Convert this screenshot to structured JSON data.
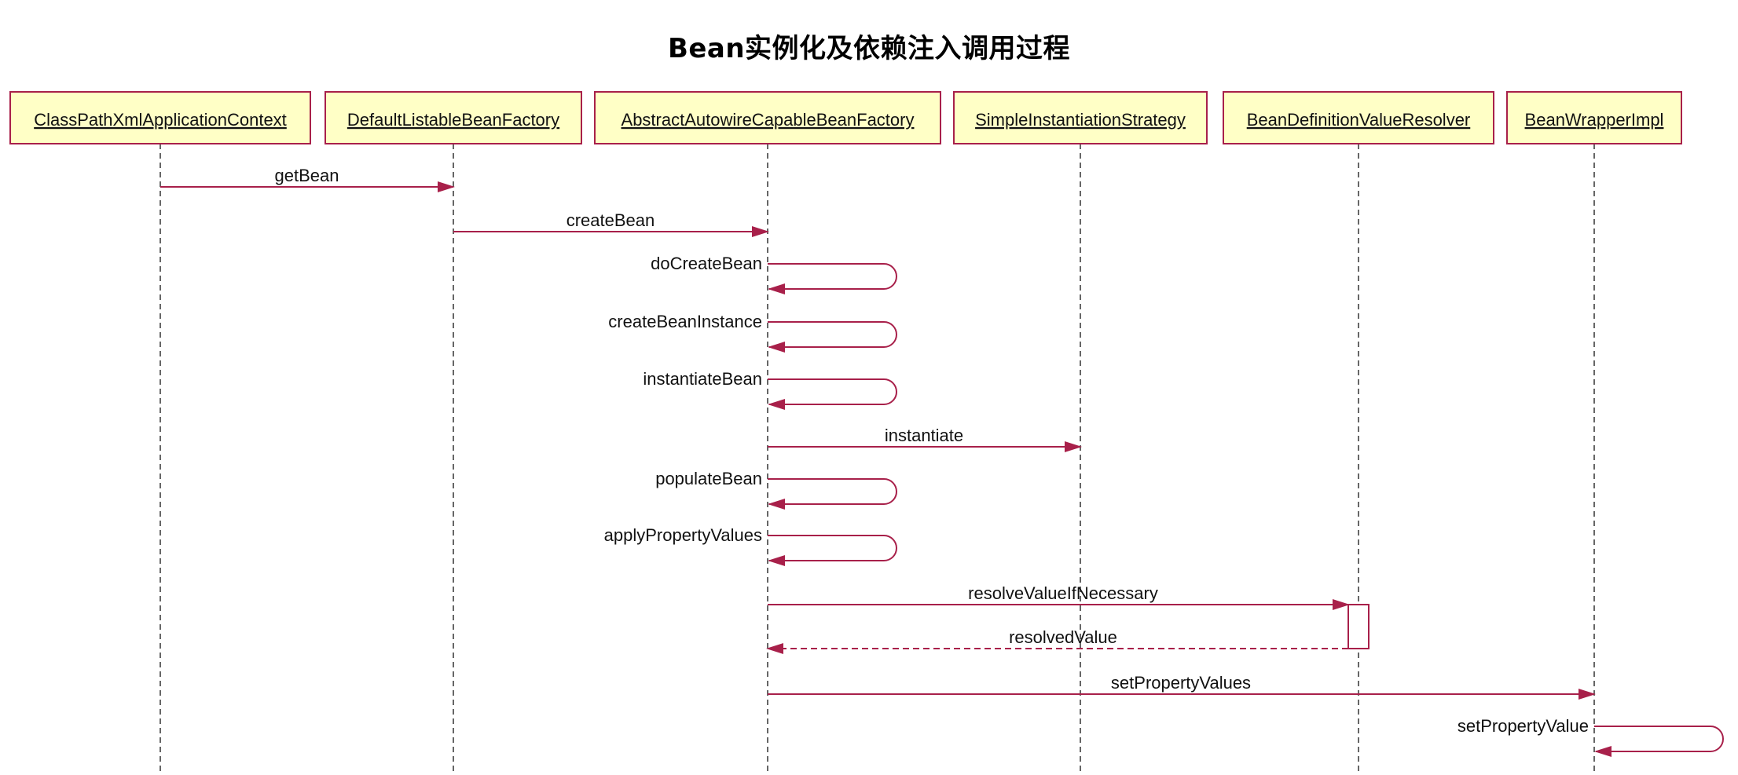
{
  "title": "Bean实例化及依赖注入调用过程",
  "colors": {
    "participant_fill": "#ffffc6",
    "participant_border": "#a8204a",
    "message_line": "#a8204a",
    "lifeline": "#333333",
    "text": "#111111"
  },
  "participants": [
    {
      "id": "cpxac",
      "name": "ClassPathXmlApplicationContext"
    },
    {
      "id": "dlbf",
      "name": "DefaultListableBeanFactory"
    },
    {
      "id": "aacbf",
      "name": "AbstractAutowireCapableBeanFactory"
    },
    {
      "id": "sis",
      "name": "SimpleInstantiationStrategy"
    },
    {
      "id": "bdvr",
      "name": "BeanDefinitionValueResolver"
    },
    {
      "id": "bwi",
      "name": "BeanWrapperImpl"
    }
  ],
  "messages": [
    {
      "from": 0,
      "to": 1,
      "label": "getBean",
      "kind": "call"
    },
    {
      "from": 1,
      "to": 2,
      "label": "createBean",
      "kind": "call"
    },
    {
      "from": 2,
      "to": 2,
      "label": "doCreateBean",
      "kind": "self"
    },
    {
      "from": 2,
      "to": 2,
      "label": "createBeanInstance",
      "kind": "self"
    },
    {
      "from": 2,
      "to": 2,
      "label": "instantiateBean",
      "kind": "self"
    },
    {
      "from": 2,
      "to": 3,
      "label": "instantiate",
      "kind": "call"
    },
    {
      "from": 2,
      "to": 2,
      "label": "populateBean",
      "kind": "self"
    },
    {
      "from": 2,
      "to": 2,
      "label": "applyPropertyValues",
      "kind": "self"
    },
    {
      "from": 2,
      "to": 4,
      "label": "resolveValueIfNecessary",
      "kind": "call"
    },
    {
      "from": 4,
      "to": 2,
      "label": "resolvedValue",
      "kind": "return"
    },
    {
      "from": 2,
      "to": 5,
      "label": "setPropertyValues",
      "kind": "call"
    },
    {
      "from": 5,
      "to": 5,
      "label": "setPropertyValue",
      "kind": "self"
    }
  ]
}
